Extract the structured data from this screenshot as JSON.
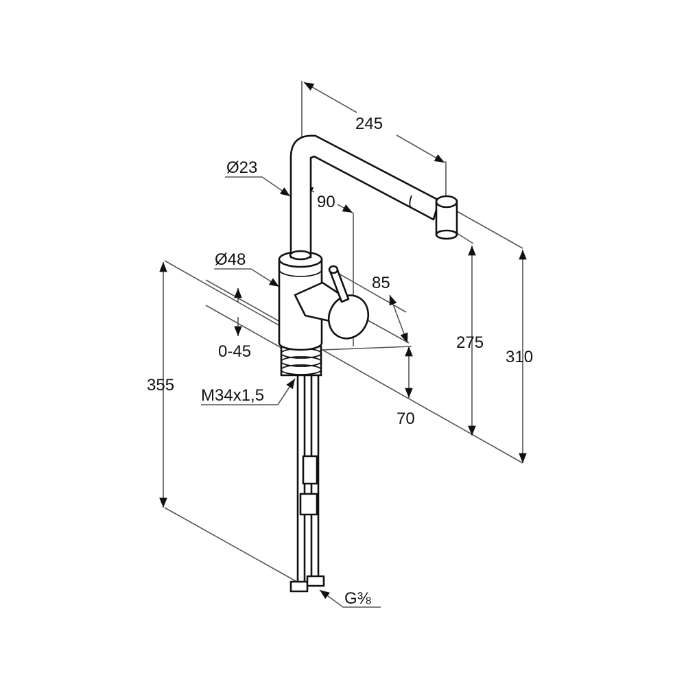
{
  "title": "Kitchen faucet dimension drawing",
  "dimensions": {
    "spout_reach": "245",
    "spout_diameter": "Ø23",
    "spout_offset": "90",
    "body_diameter": "Ø48",
    "handle_reach": "85",
    "counter_thickness": "0-45",
    "outlet_height": "275",
    "total_height": "310",
    "hose_length": "355",
    "handle_height": "70",
    "thread": "M34x1,5",
    "connection": "G⅜"
  }
}
